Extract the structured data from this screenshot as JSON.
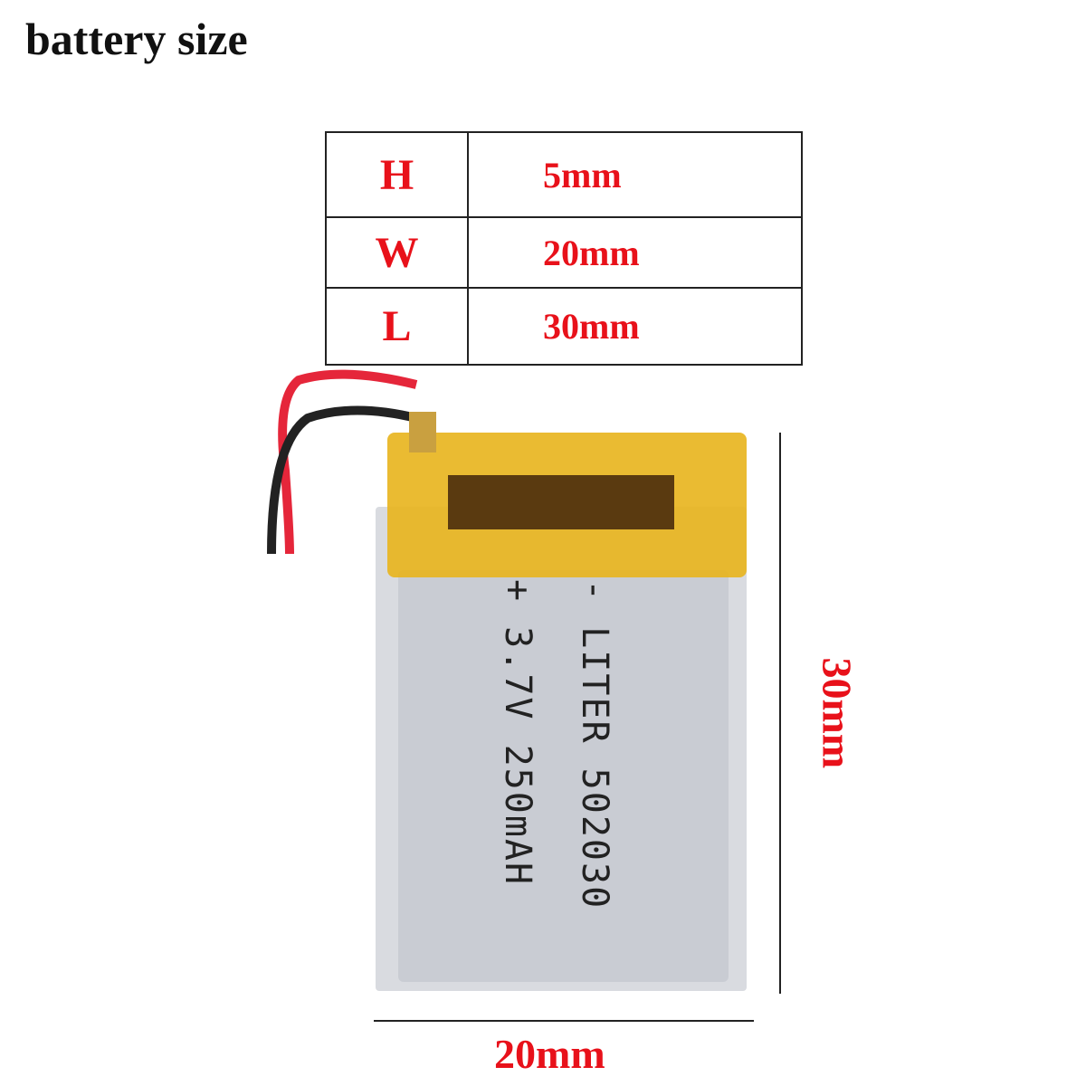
{
  "title": "battery size",
  "table": [
    {
      "key": "H",
      "value": "5mm"
    },
    {
      "key": "W",
      "value": "20mm"
    },
    {
      "key": "L",
      "value": "30mm"
    }
  ],
  "dimensions": {
    "height_label": "30mm",
    "width_label": "20mm"
  },
  "battery_print": {
    "line1": "- LITER 502030",
    "line2": "+ 3.7V 250mAH"
  },
  "colors": {
    "label_red": "#e8111a",
    "tape_yellow": "#e8b41c",
    "cell_silver": "#c9ccd3"
  }
}
